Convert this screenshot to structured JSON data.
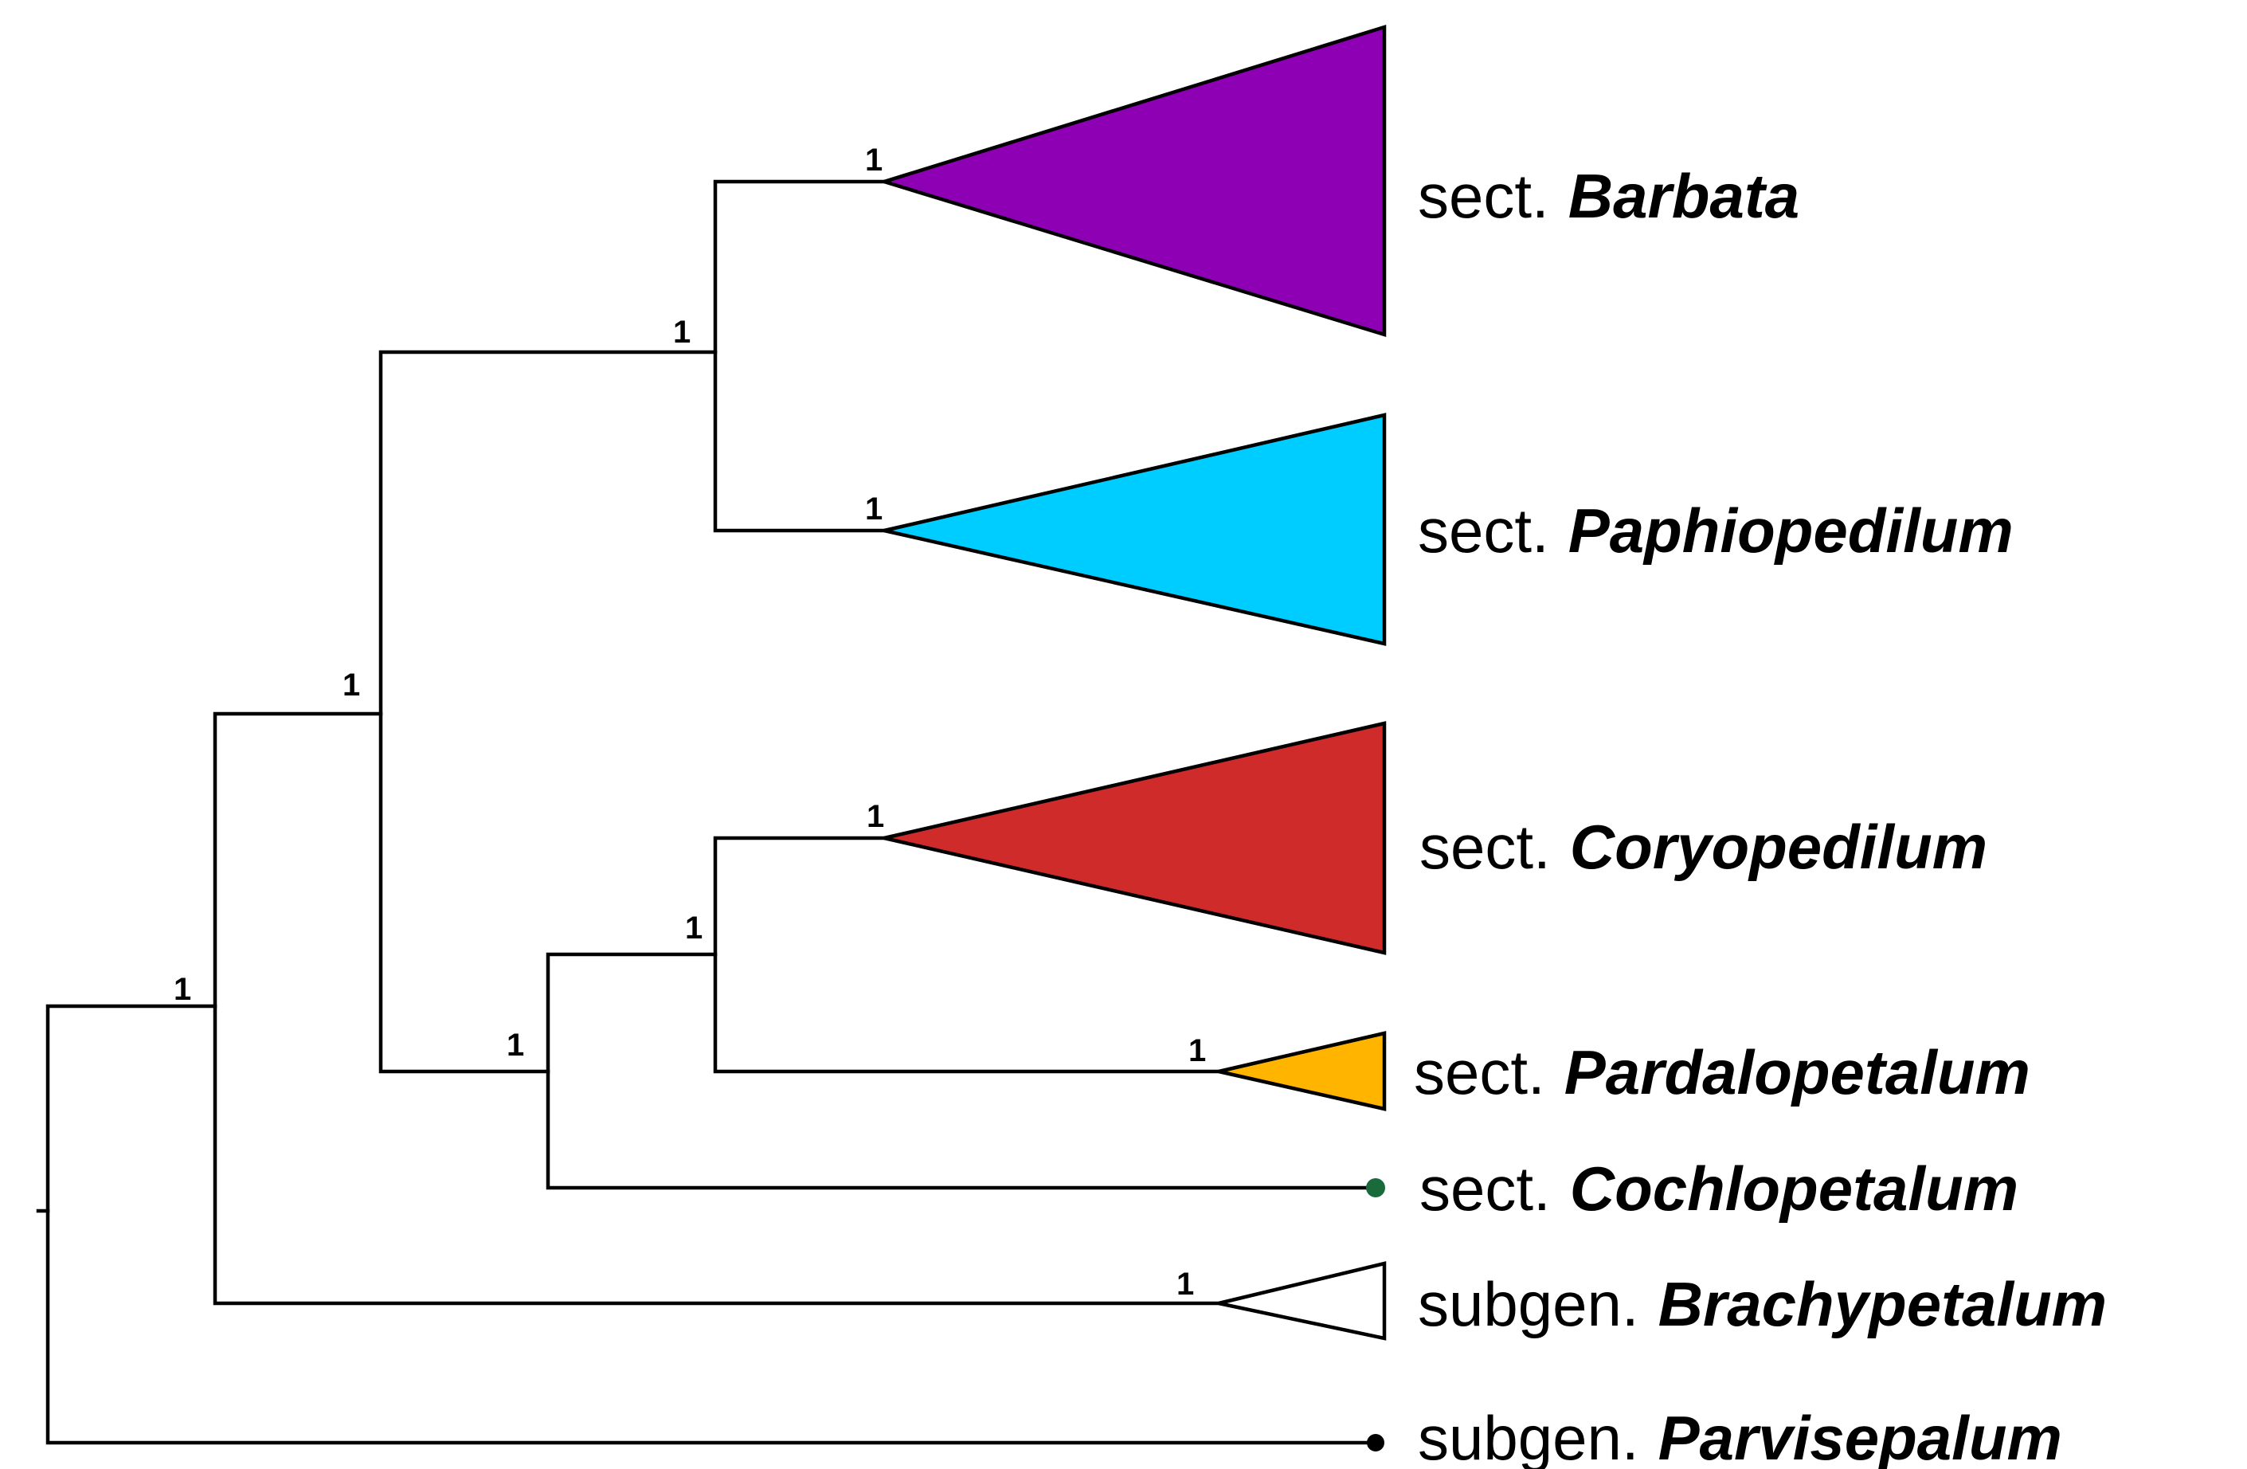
{
  "support_value": "1",
  "clades": [
    {
      "rank": "sect.",
      "name": "Barbata",
      "color": "#8e00b4",
      "shape": "collapsed-triangle"
    },
    {
      "rank": "sect.",
      "name": "Paphiopedilum",
      "color": "#00cdff",
      "shape": "collapsed-triangle"
    },
    {
      "rank": "sect.",
      "name": "Coryopedilum",
      "color": "#d02b2b",
      "shape": "collapsed-triangle"
    },
    {
      "rank": "sect.",
      "name": "Pardalopetalum",
      "color": "#ffb400",
      "shape": "collapsed-triangle"
    },
    {
      "rank": "sect.",
      "name": "Cochlopetalum",
      "color": "#1a6b3c",
      "shape": "tip-dot"
    },
    {
      "rank": "subgen.",
      "name": "Brachypetalum",
      "color": "#ffffff",
      "shape": "collapsed-triangle"
    },
    {
      "rank": "subgen.",
      "name": "Parvisepalum",
      "color": "#000000",
      "shape": "tip-dot"
    }
  ]
}
